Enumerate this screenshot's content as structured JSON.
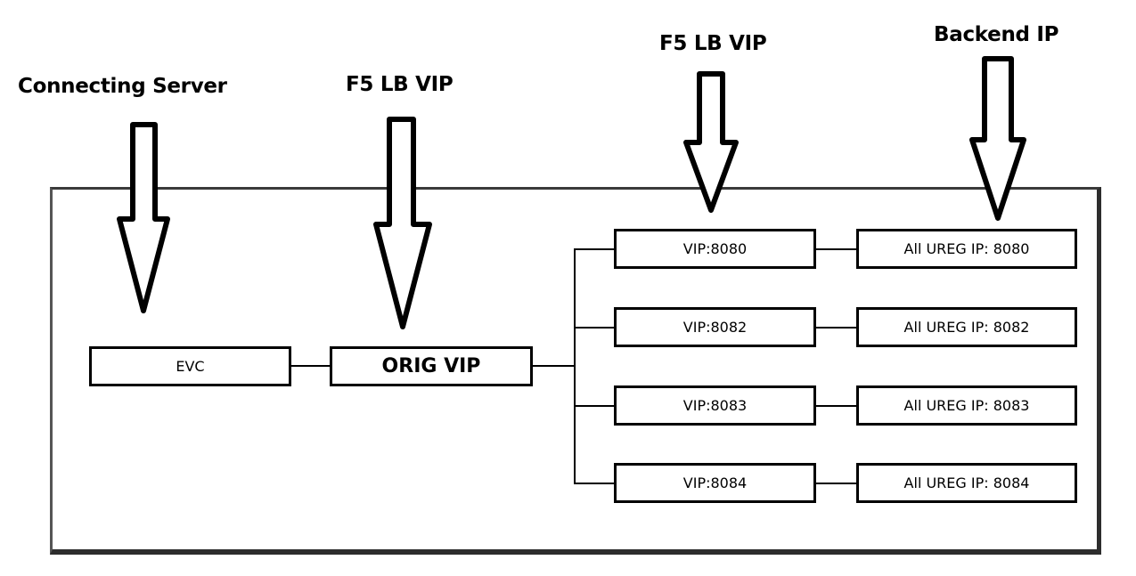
{
  "labels": {
    "connecting_server": "Connecting Server",
    "f5_lb_vip_1": "F5 LB VIP",
    "f5_lb_vip_2": "F5 LB VIP",
    "backend_ip": "Backend IP"
  },
  "nodes": {
    "evc": "EVC",
    "orig_vip": "ORIG VIP",
    "vips": [
      "VIP:8080",
      "VIP:8082",
      "VIP:8083",
      "VIP:8084"
    ],
    "backends": [
      "All UREG IP: 8080",
      "All UREG IP: 8082",
      "All UREG IP: 8083",
      "All UREG IP: 8084"
    ]
  },
  "edges": [
    [
      "EVC",
      "ORIG VIP"
    ],
    [
      "ORIG VIP",
      "VIP:8080"
    ],
    [
      "ORIG VIP",
      "VIP:8082"
    ],
    [
      "ORIG VIP",
      "VIP:8083"
    ],
    [
      "ORIG VIP",
      "VIP:8084"
    ],
    [
      "VIP:8080",
      "All UREG IP: 8080"
    ],
    [
      "VIP:8082",
      "All UREG IP: 8082"
    ],
    [
      "VIP:8083",
      "All UREG IP: 8083"
    ],
    [
      "VIP:8084",
      "All UREG IP: 8084"
    ]
  ],
  "annotations": [
    {
      "label": "Connecting Server",
      "points_to": "EVC",
      "icon": "down-arrow-icon"
    },
    {
      "label": "F5 LB VIP",
      "points_to": "ORIG VIP",
      "icon": "down-arrow-icon"
    },
    {
      "label": "F5 LB VIP",
      "points_to": "VIP:8080",
      "icon": "down-arrow-icon"
    },
    {
      "label": "Backend IP",
      "points_to": "All UREG IP: 8080",
      "icon": "down-arrow-icon"
    }
  ]
}
